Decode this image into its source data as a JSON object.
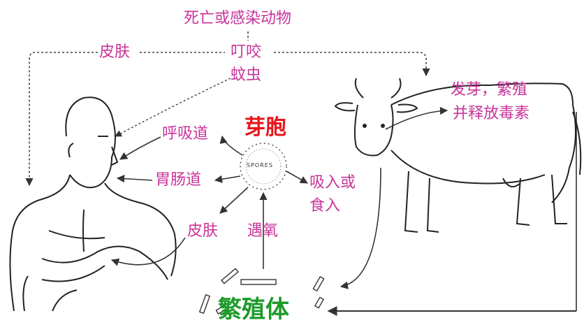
{
  "labels": {
    "source": "死亡或感染动物",
    "skin_top": "皮肤",
    "bite": "叮咬",
    "insect": "蚊虫",
    "germinate_1": "发芽，繁殖",
    "germinate_2": "并释放毒素",
    "spore_title": "芽胞",
    "respiratory": "呼吸道",
    "gi_tract": "胃肠道",
    "inhale_1": "吸入或",
    "inhale_2": "食入",
    "skin_mid": "皮肤",
    "oxygen": "遇氧",
    "vegetative": "繁殖体",
    "spores_text": "SPORES"
  },
  "colors": {
    "pink": "#c8339a",
    "red": "#e8151b",
    "green": "#1d9a2a",
    "line": "#333333"
  }
}
